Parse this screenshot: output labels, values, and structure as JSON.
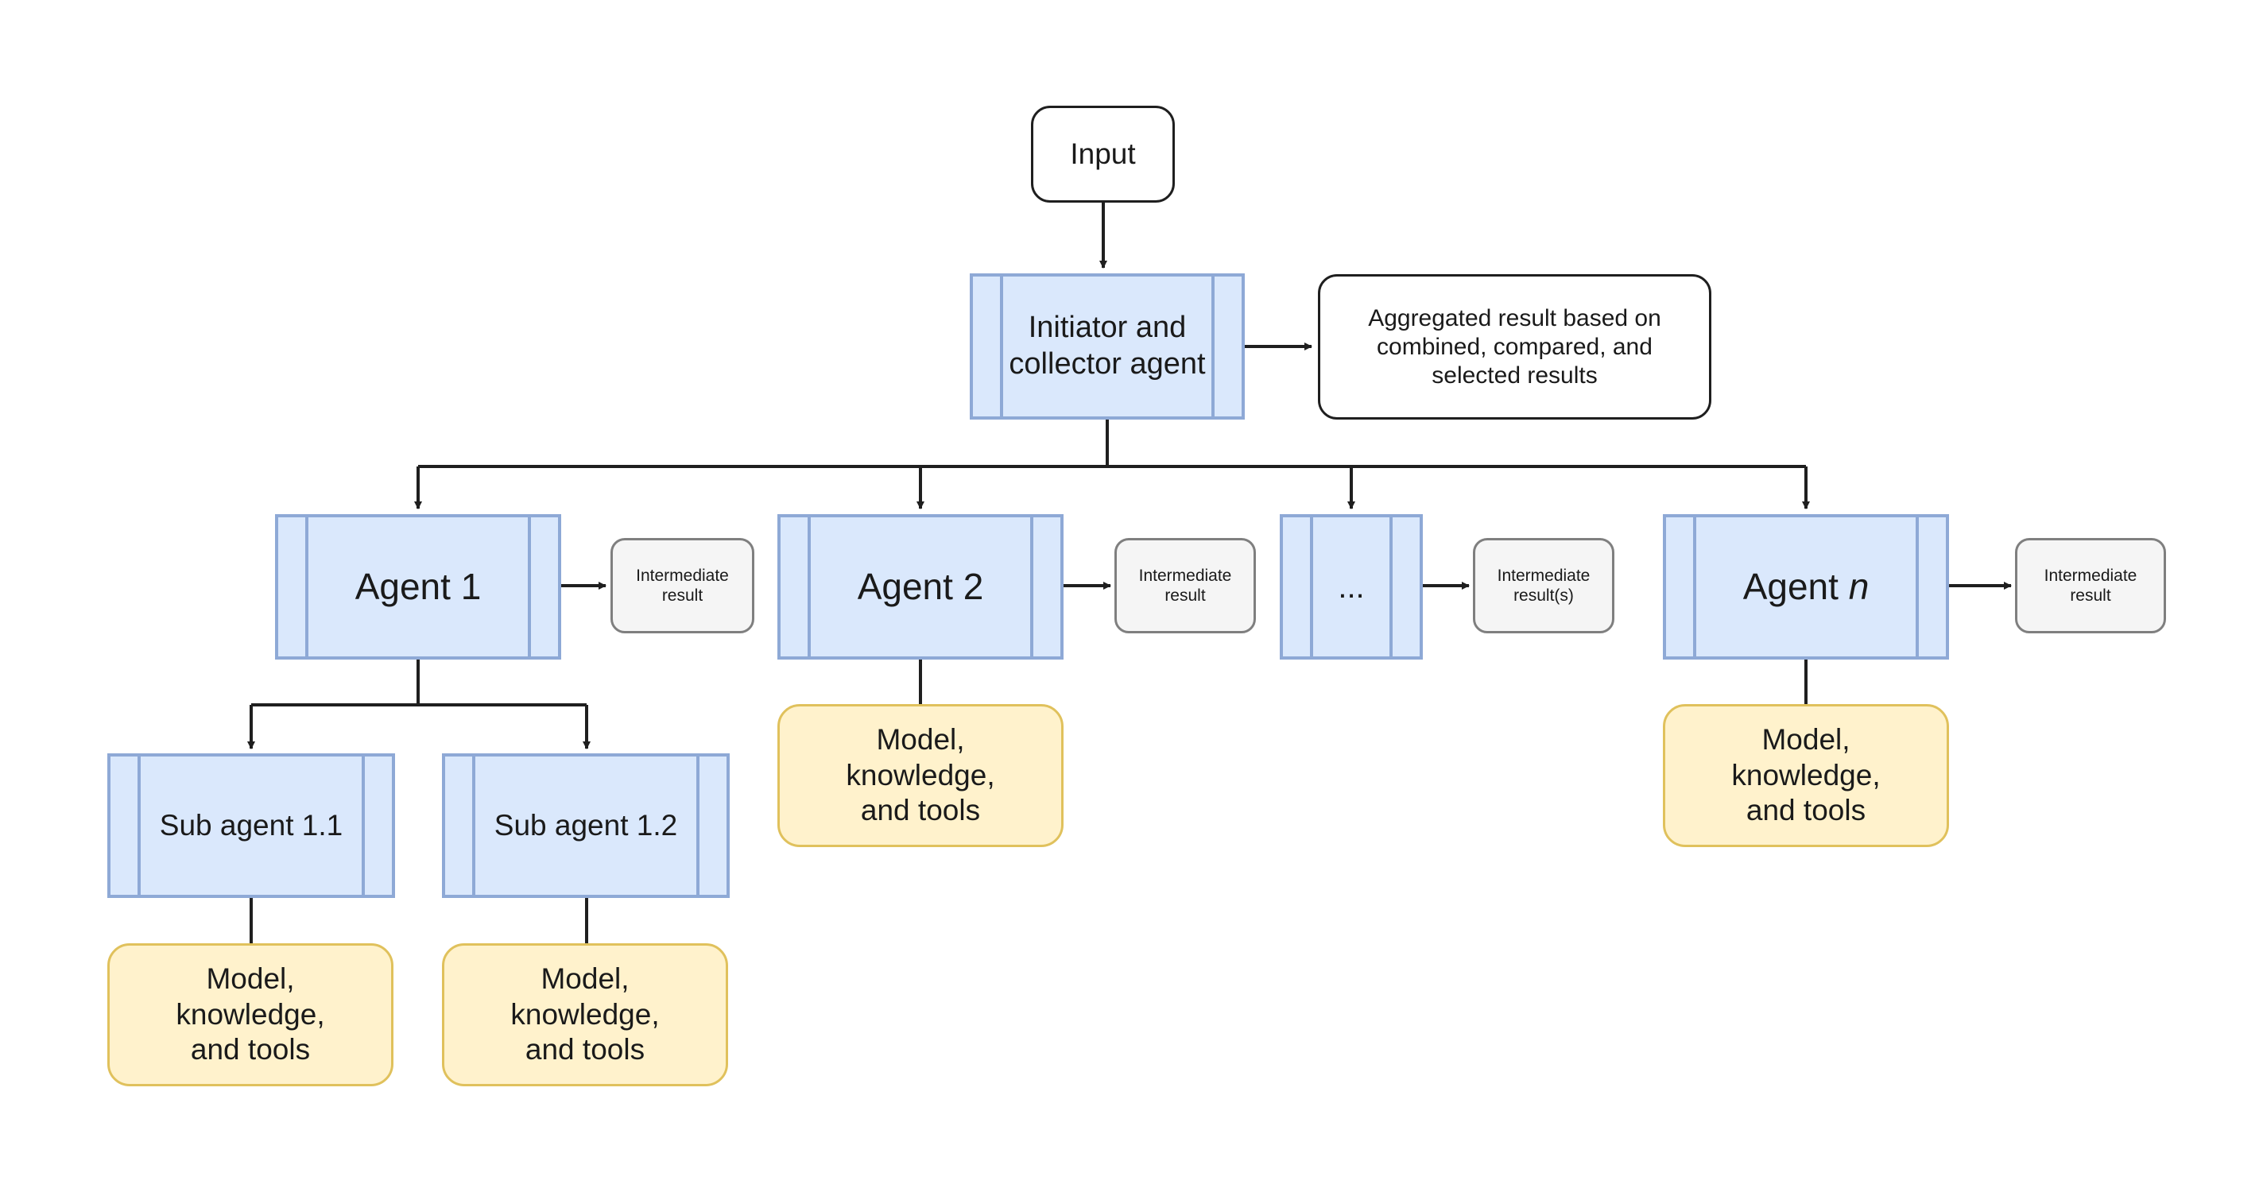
{
  "input": {
    "label": "Input"
  },
  "collector": {
    "label": "Initiator and\ncollector agent"
  },
  "aggregated": {
    "label": "Aggregated result based on\ncombined, compared, and\nselected results"
  },
  "agents": [
    {
      "label": "Agent 1",
      "suffix": ""
    },
    {
      "label": "Agent 2",
      "suffix": ""
    },
    {
      "label": "...",
      "suffix": ""
    },
    {
      "label": "Agent ",
      "suffix": "n"
    }
  ],
  "intermediate": [
    {
      "label": "Intermediate\nresult"
    },
    {
      "label": "Intermediate\nresult"
    },
    {
      "label": "Intermediate\nresult(s)"
    },
    {
      "label": "Intermediate\nresult"
    }
  ],
  "subagents": [
    {
      "label": "Sub agent 1.1"
    },
    {
      "label": "Sub agent 1.2"
    }
  ],
  "resources": [
    {
      "label": "Model,\nknowledge,\nand tools"
    },
    {
      "label": "Model,\nknowledge,\nand tools"
    },
    {
      "label": "Model,\nknowledge,\nand tools"
    },
    {
      "label": "Model,\nknowledge,\nand tools"
    }
  ]
}
